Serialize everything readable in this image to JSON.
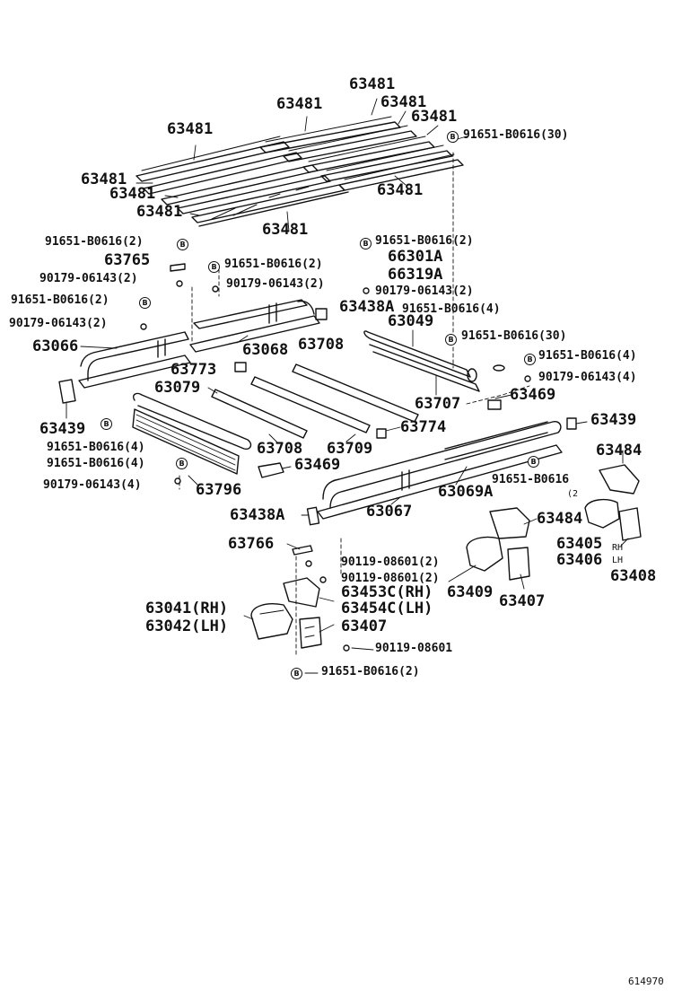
{
  "labels": {
    "l01": "63481",
    "l02": "63481",
    "l03": "63481",
    "l04": "63481",
    "l05": "63481",
    "l06": "63481",
    "l07": "63481",
    "l08": "63481",
    "l09": "63481",
    "l10": "63481",
    "l11": "91651-B0616(30)",
    "l12": "91651-B0616(2)",
    "l13": "91651-B0616(2)",
    "l14": "63765",
    "l15": "91651-B0616(2)",
    "l16": "66301A",
    "l17": "66319A",
    "l18": "90179-06143(2)",
    "l19": "90179-06143(2)",
    "l20": "90179-06143(2)",
    "l21": "91651-B0616(2)",
    "l22": "63438A",
    "l23": "91651-B0616(4)",
    "l24": "90179-06143(2)",
    "l25": "63049",
    "l26": "63066",
    "l27": "63068",
    "l28": "63708",
    "l29": "91651-B0616(30)",
    "l30": "91651-B0616(4)",
    "l31": "63773",
    "l32": "90179-06143(4)",
    "l33": "63079",
    "l34": "63707",
    "l35": "63469",
    "l36": "63439",
    "l37": "63774",
    "l38": "63439",
    "l39": "91651-B0616(4)",
    "l40": "63708",
    "l41": "63709",
    "l42": "63484",
    "l43": "91651-B0616(4)",
    "l44": "63469",
    "l45": "91651-B0616",
    "l46": "(2",
    "l47": "90179-06143(4)",
    "l48": "63796",
    "l49": "63069A",
    "l50": "63438A",
    "l51": "63067",
    "l52": "63484",
    "l53": "63405",
    "l54": "63766",
    "l55": "90119-08601(2)",
    "l56": "63406",
    "l57": "RH",
    "l58": "LH",
    "l59": "63408",
    "l60": "90119-08601(2)",
    "l61": "63453C(RH)",
    "l62": "63409",
    "l63": "63407",
    "l64": "63041(RH)",
    "l65": "63454C(LH)",
    "l66": "63042(LH)",
    "l67": "63407",
    "l68": "90119-08601",
    "l69": "91651-B0616(2)",
    "l70": "614970"
  },
  "bolt_symbol": "B"
}
